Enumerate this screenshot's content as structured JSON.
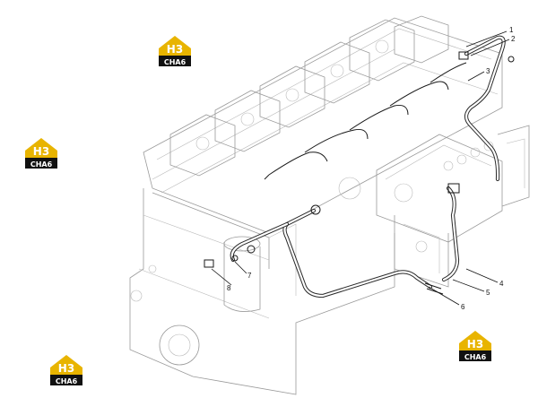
{
  "callouts": [
    {
      "id": "1",
      "label": "1"
    },
    {
      "id": "2",
      "label": "2"
    },
    {
      "id": "3",
      "label": "3"
    },
    {
      "id": "4",
      "label": "4"
    },
    {
      "id": "5",
      "label": "5"
    },
    {
      "id": "6",
      "label": "6"
    },
    {
      "id": "7",
      "label": "7"
    },
    {
      "id": "8",
      "label": "8"
    }
  ],
  "watermark": {
    "top": "H3",
    "bottom": "CHA6",
    "color": "#e8b400"
  }
}
